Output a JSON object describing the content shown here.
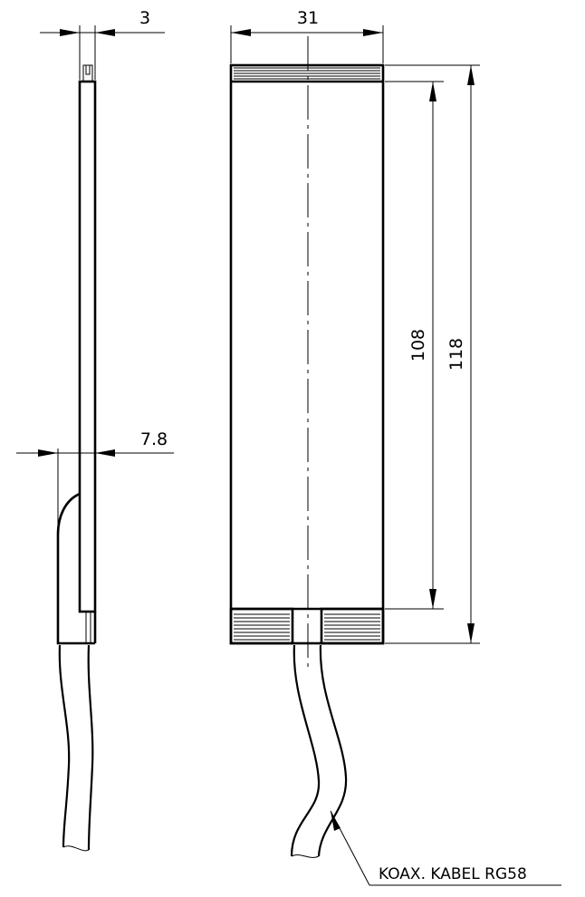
{
  "dimensions": {
    "side_thickness": "3",
    "side_cable_offset": "7.8",
    "front_width": "31",
    "inner_height": "108",
    "total_height": "118"
  },
  "callout": {
    "cable_label": "KOAX. KABEL RG58"
  }
}
